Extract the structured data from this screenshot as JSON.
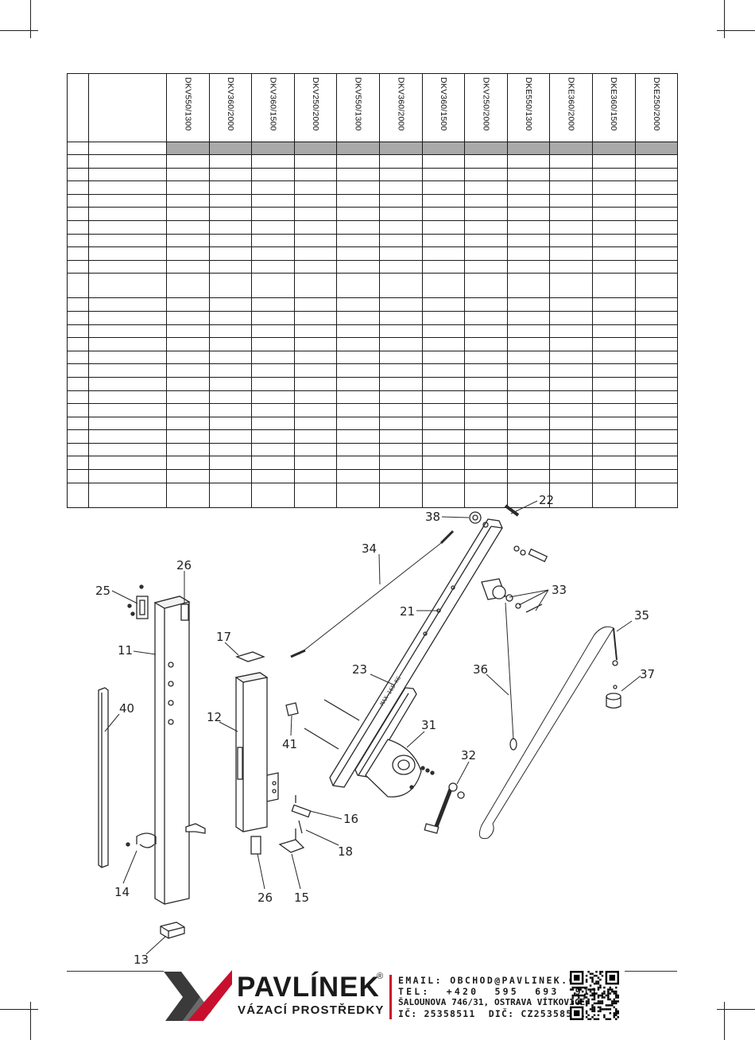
{
  "table": {
    "models": [
      "DKV550/1300",
      "DKV360/2000",
      "DKV360/1500",
      "DKV250/2000",
      "DKV550/1300",
      "DKV360/2000",
      "DKV360/1500",
      "DKV250/2000",
      "DKE550/1300",
      "DKE360/2000",
      "DKE360/1500",
      "DKE250/2000"
    ],
    "row_count": 26
  },
  "drawing": {
    "callouts": [
      "22",
      "38",
      "34",
      "21",
      "33",
      "25",
      "26",
      "11",
      "17",
      "23",
      "36",
      "35",
      "37",
      "31",
      "40",
      "12",
      "41",
      "32",
      "16",
      "18",
      "14",
      "26",
      "15",
      "13"
    ],
    "beam_label": "MAX 165 KG"
  },
  "footer": {
    "brand": "PAVLÍNEK",
    "registered": "®",
    "tagline": "VÁZACÍ PROSTŘEDKY",
    "email": "EMAIL: OBCHOD@PAVLINEK.CZ",
    "tel": "TEL:  +420  595  693  911",
    "address": "ŠALOUNOVA 746/31, OSTRAVA VÍTKOVICE",
    "ids": "IČ: 25358511  DIČ: CZ25358511",
    "colors": {
      "logo_grey": "#3a3a3a",
      "logo_red": "#c8102e"
    }
  }
}
